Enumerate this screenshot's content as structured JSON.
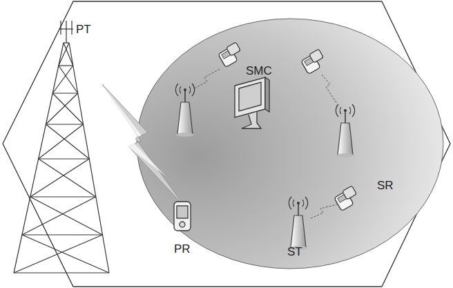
{
  "diagram": {
    "labels": [
      "PT",
      "SMC",
      "SR",
      "PR",
      "ST"
    ]
  }
}
